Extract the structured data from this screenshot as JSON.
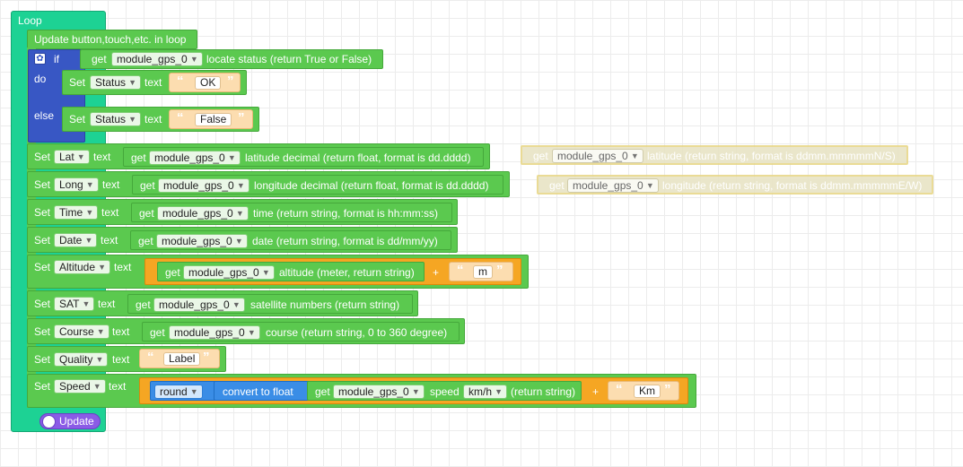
{
  "loop_title": "Loop",
  "update_loop": "Update button,touch,etc. in loop",
  "if_block": {
    "if": "if",
    "do": "do",
    "else": "else",
    "condition": {
      "get": "get",
      "module": "module_gps_0",
      "text": "locate status (return True or False)"
    },
    "do_set": {
      "set": "Set",
      "target": "Status",
      "text": "text",
      "value": "OK"
    },
    "else_set": {
      "set": "Set",
      "target": "Status",
      "text": "text",
      "value": "False"
    }
  },
  "common": {
    "set": "Set",
    "text": "text",
    "get": "get",
    "module": "module_gps_0",
    "plus": "+",
    "open_quote": "“",
    "close_quote": "”"
  },
  "rows": {
    "lat": {
      "target": "Lat",
      "expr": "latitude decimal (return float, format is dd.dddd)"
    },
    "long": {
      "target": "Long",
      "expr": "longitude decimal (return float, format is dd.dddd)"
    },
    "time": {
      "target": "Time",
      "expr": "time (return string, format is hh:mm:ss)"
    },
    "date": {
      "target": "Date",
      "expr": "date (return string, format is dd/mm/yy)"
    },
    "altitude": {
      "target": "Altitude",
      "expr": "altitude (meter, return string)",
      "suffix": "m"
    },
    "sat": {
      "target": "SAT",
      "expr": "satellite numbers (return string)"
    },
    "course": {
      "target": "Course",
      "expr": "course (return string, 0 to 360 degree)"
    },
    "quality": {
      "target": "Quality",
      "value": "Label"
    },
    "speed": {
      "target": "Speed",
      "round": "round",
      "convert": "convert to float",
      "expr_a": "speed",
      "unit": "km/h",
      "expr_b": "(return string)",
      "suffix": "Km"
    }
  },
  "ghosts": {
    "lat": {
      "get": "get",
      "module": "module_gps_0",
      "text": "latitude (return string, format is ddmm.mmmmmN/S)"
    },
    "long": {
      "get": "get",
      "module": "module_gps_0",
      "text": "longitude (return string, format is ddmm.mmmmmE/W)"
    }
  },
  "update_toggle": "Update",
  "colors": {
    "loop": "#1dd294",
    "logic": "#3857c4",
    "action": "#5bc94f",
    "text_join": "#f5a623",
    "string": "#fcddb0",
    "math": "#3a8de6",
    "event": "#8b5be6"
  }
}
